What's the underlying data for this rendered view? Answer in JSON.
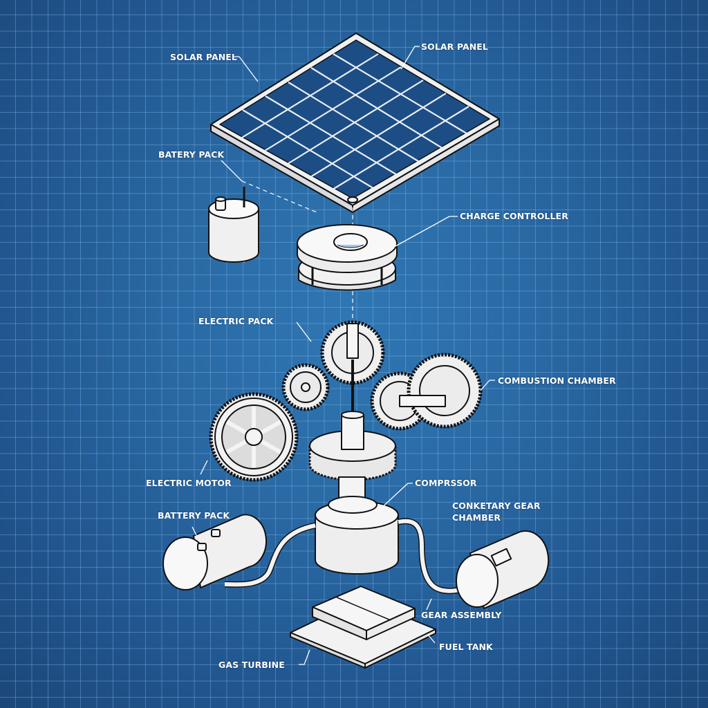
{
  "diagram": {
    "style": "blueprint exploded isometric view",
    "colors": {
      "background": "#2a6aa5",
      "background_edge": "#1b4778",
      "grid": "#8cbeeb",
      "linework": "#ffffff",
      "panel_cells": "#1e4f86"
    },
    "labels": [
      {
        "id": "solar-panel-left",
        "text": "SOLAR PANEL"
      },
      {
        "id": "solar-panel-right",
        "text": "SOLAR PANEL"
      },
      {
        "id": "batery-pack-top",
        "text": "BATERY PACK"
      },
      {
        "id": "charge-controller",
        "text": "CHARGE CONTROLLER"
      },
      {
        "id": "electric-pack",
        "text": "ELECTRIC PACK"
      },
      {
        "id": "combustion-chamber",
        "text": "COMBUSTION CHAMBER"
      },
      {
        "id": "electric-motor",
        "text": "ELECTRIC MOTOR"
      },
      {
        "id": "compressor",
        "text": "COMPRSSOR"
      },
      {
        "id": "battery-pack-bottom",
        "text": "BATTERY PACK"
      },
      {
        "id": "conketary-gear-chamber",
        "text": "CONKETARY GEAR CHAMBER"
      },
      {
        "id": "gear-assembly",
        "text": "GEAR ASSEMBLY"
      },
      {
        "id": "fuel-tank",
        "text": "FUEL TANK"
      },
      {
        "id": "gas-turbine",
        "text": "GAS TURBINE"
      }
    ],
    "components": [
      "solar-panel",
      "battery-cylinder-top",
      "charge-controller-disc",
      "gear-train",
      "central-spiral-gear",
      "compressor-housing",
      "battery-tank-left",
      "motor-cylinder-right",
      "gas-turbine-block"
    ]
  }
}
